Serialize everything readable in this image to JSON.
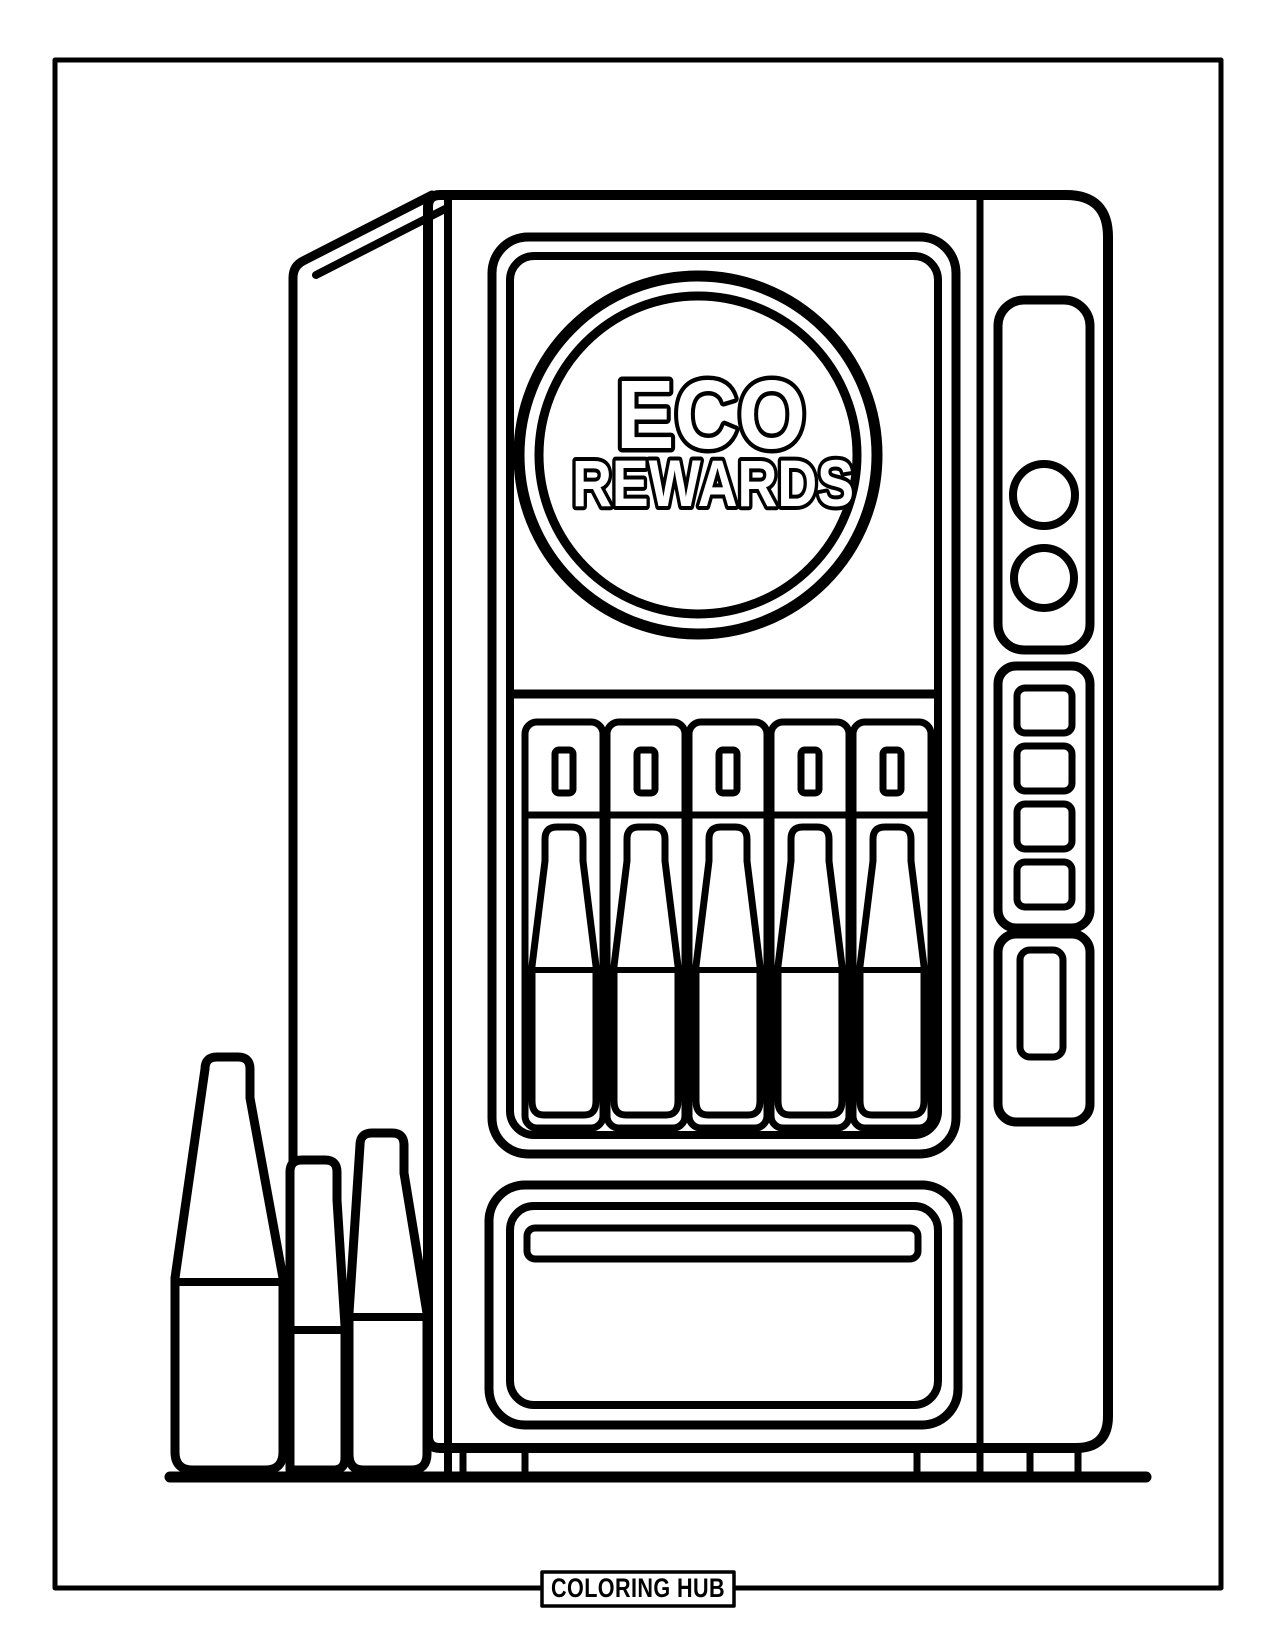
{
  "artwork": {
    "sign_line1": "ECO",
    "sign_line2": "REWARDS",
    "ink_color": "#000000",
    "paper_color": "#ffffff",
    "shelf_columns": 5,
    "keypad_keys": 4,
    "round_buttons": 2,
    "floor_bottles": 3
  },
  "footer": {
    "brand": "COLORING HUB"
  }
}
